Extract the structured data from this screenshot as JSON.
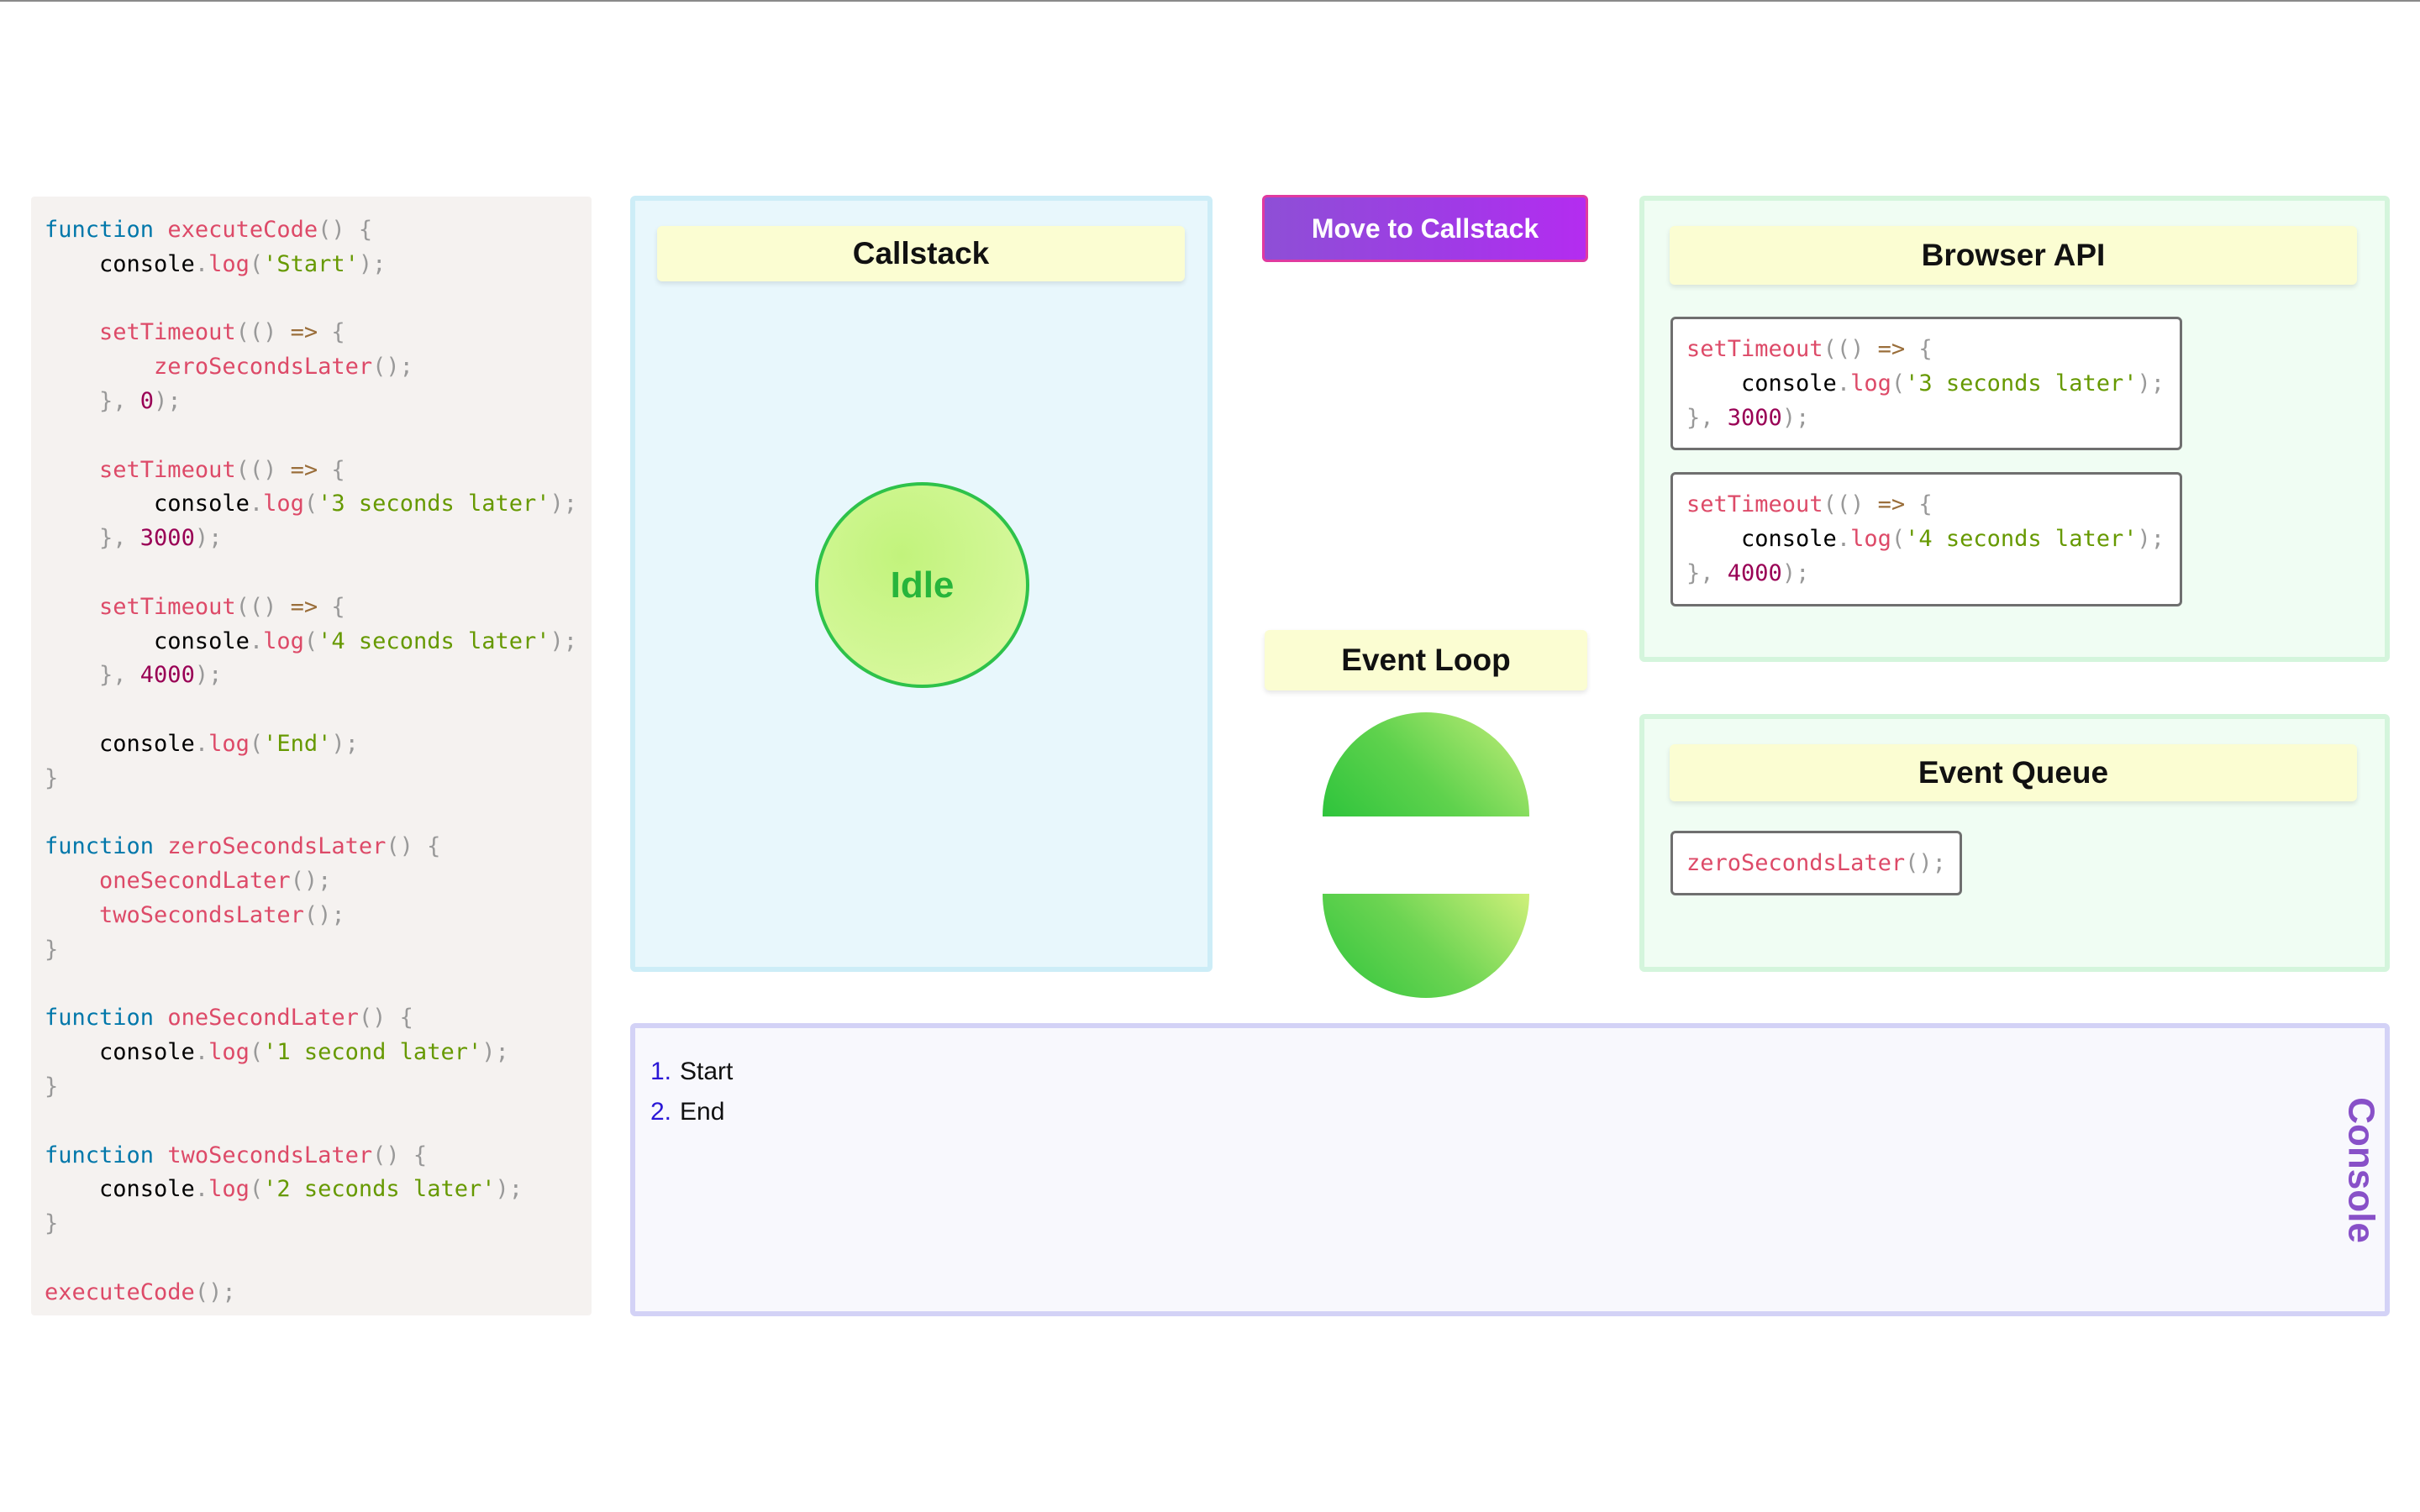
{
  "code": {
    "lines": [
      [
        [
          "kw",
          "function"
        ],
        [
          "t",
          " "
        ],
        [
          "fn",
          "executeCode"
        ],
        [
          "pn",
          "() {"
        ]
      ],
      [
        [
          "t",
          "    console"
        ],
        [
          "pn",
          "."
        ],
        [
          "fn",
          "log"
        ],
        [
          "pn",
          "("
        ],
        [
          "st",
          "'Start'"
        ],
        [
          "pn",
          ");"
        ]
      ],
      [],
      [
        [
          "t",
          "    "
        ],
        [
          "fn",
          "setTimeout"
        ],
        [
          "pn",
          "(() "
        ],
        [
          "op",
          "=>"
        ],
        [
          "pn",
          " {"
        ]
      ],
      [
        [
          "t",
          "        "
        ],
        [
          "fn",
          "zeroSecondsLater"
        ],
        [
          "pn",
          "();"
        ]
      ],
      [
        [
          "pn",
          "    }, "
        ],
        [
          "nm",
          "0"
        ],
        [
          "pn",
          ");"
        ]
      ],
      [],
      [
        [
          "t",
          "    "
        ],
        [
          "fn",
          "setTimeout"
        ],
        [
          "pn",
          "(() "
        ],
        [
          "op",
          "=>"
        ],
        [
          "pn",
          " {"
        ]
      ],
      [
        [
          "t",
          "        console"
        ],
        [
          "pn",
          "."
        ],
        [
          "fn",
          "log"
        ],
        [
          "pn",
          "("
        ],
        [
          "st",
          "'3 seconds later'"
        ],
        [
          "pn",
          ");"
        ]
      ],
      [
        [
          "pn",
          "    }, "
        ],
        [
          "nm",
          "3000"
        ],
        [
          "pn",
          ");"
        ]
      ],
      [],
      [
        [
          "t",
          "    "
        ],
        [
          "fn",
          "setTimeout"
        ],
        [
          "pn",
          "(() "
        ],
        [
          "op",
          "=>"
        ],
        [
          "pn",
          " {"
        ]
      ],
      [
        [
          "t",
          "        console"
        ],
        [
          "pn",
          "."
        ],
        [
          "fn",
          "log"
        ],
        [
          "pn",
          "("
        ],
        [
          "st",
          "'4 seconds later'"
        ],
        [
          "pn",
          ");"
        ]
      ],
      [
        [
          "pn",
          "    }, "
        ],
        [
          "nm",
          "4000"
        ],
        [
          "pn",
          ");"
        ]
      ],
      [],
      [
        [
          "t",
          "    console"
        ],
        [
          "pn",
          "."
        ],
        [
          "fn",
          "log"
        ],
        [
          "pn",
          "("
        ],
        [
          "st",
          "'End'"
        ],
        [
          "pn",
          ");"
        ]
      ],
      [
        [
          "pn",
          "}"
        ]
      ],
      [],
      [
        [
          "kw",
          "function"
        ],
        [
          "t",
          " "
        ],
        [
          "fn",
          "zeroSecondsLater"
        ],
        [
          "pn",
          "() {"
        ]
      ],
      [
        [
          "t",
          "    "
        ],
        [
          "fn",
          "oneSecondLater"
        ],
        [
          "pn",
          "();"
        ]
      ],
      [
        [
          "t",
          "    "
        ],
        [
          "fn",
          "twoSecondsLater"
        ],
        [
          "pn",
          "();"
        ]
      ],
      [
        [
          "pn",
          "}"
        ]
      ],
      [],
      [
        [
          "kw",
          "function"
        ],
        [
          "t",
          " "
        ],
        [
          "fn",
          "oneSecondLater"
        ],
        [
          "pn",
          "() {"
        ]
      ],
      [
        [
          "t",
          "    console"
        ],
        [
          "pn",
          "."
        ],
        [
          "fn",
          "log"
        ],
        [
          "pn",
          "("
        ],
        [
          "st",
          "'1 second later'"
        ],
        [
          "pn",
          ");"
        ]
      ],
      [
        [
          "pn",
          "}"
        ]
      ],
      [],
      [
        [
          "kw",
          "function"
        ],
        [
          "t",
          " "
        ],
        [
          "fn",
          "twoSecondsLater"
        ],
        [
          "pn",
          "() {"
        ]
      ],
      [
        [
          "t",
          "    console"
        ],
        [
          "pn",
          "."
        ],
        [
          "fn",
          "log"
        ],
        [
          "pn",
          "("
        ],
        [
          "st",
          "'2 seconds later'"
        ],
        [
          "pn",
          ");"
        ]
      ],
      [
        [
          "pn",
          "}"
        ]
      ],
      [],
      [
        [
          "fn",
          "executeCode"
        ],
        [
          "pn",
          "();"
        ]
      ]
    ]
  },
  "callstack": {
    "title": "Callstack",
    "idle_label": "Idle"
  },
  "move_button": {
    "label": "Move to Callstack"
  },
  "event_loop": {
    "title": "Event Loop"
  },
  "browser_api": {
    "title": "Browser API",
    "cards": [
      [
        [
          [
            "fn",
            "setTimeout"
          ],
          [
            "pn",
            "(() "
          ],
          [
            "op",
            "=>"
          ],
          [
            "pn",
            " {"
          ]
        ],
        [
          [
            "t",
            "    console"
          ],
          [
            "pn",
            "."
          ],
          [
            "fn",
            "log"
          ],
          [
            "pn",
            "("
          ],
          [
            "st",
            "'3 seconds later'"
          ],
          [
            "pn",
            ");"
          ]
        ],
        [
          [
            "pn",
            "}, "
          ],
          [
            "nm",
            "3000"
          ],
          [
            "pn",
            ");"
          ]
        ]
      ],
      [
        [
          [
            "fn",
            "setTimeout"
          ],
          [
            "pn",
            "(() "
          ],
          [
            "op",
            "=>"
          ],
          [
            "pn",
            " {"
          ]
        ],
        [
          [
            "t",
            "    console"
          ],
          [
            "pn",
            "."
          ],
          [
            "fn",
            "log"
          ],
          [
            "pn",
            "("
          ],
          [
            "st",
            "'4 seconds later'"
          ],
          [
            "pn",
            ");"
          ]
        ],
        [
          [
            "pn",
            "}, "
          ],
          [
            "nm",
            "4000"
          ],
          [
            "pn",
            ");"
          ]
        ]
      ]
    ]
  },
  "event_queue": {
    "title": "Event Queue",
    "items": [
      [
        [
          "fn",
          "zeroSecondsLater"
        ],
        [
          "pn",
          "();"
        ]
      ]
    ]
  },
  "console": {
    "label": "Console",
    "lines": [
      {
        "num": "1.",
        "text": "Start"
      },
      {
        "num": "2.",
        "text": "End"
      }
    ]
  },
  "colors": {
    "keyword": "#0077aa",
    "function": "#dd4a68",
    "string": "#669900",
    "number": "#990055",
    "punctuation": "#999999",
    "button_gradient_start": "#8e4fd6",
    "button_gradient_end": "#b42cf0",
    "idle_green": "#27b53b",
    "console_label": "#8850c8"
  }
}
